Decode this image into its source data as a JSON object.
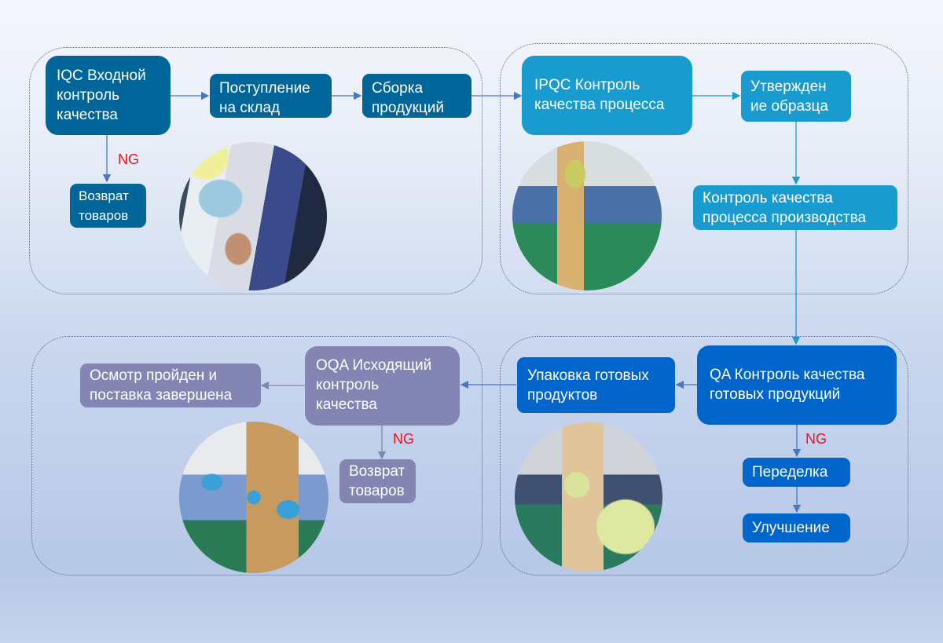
{
  "colors": {
    "iqc": "#006699",
    "ipqc": "#1a9bcf",
    "qa": "#0066cc",
    "oqa": "#8386b3",
    "ng_label": "#e8141e"
  },
  "stage_iqc": {
    "main": "IQC Входной\nконтроль\nкачества",
    "warehouse": "Поступление\nна склад",
    "assembly": "Сборка\nпродукций",
    "ng_label": "NG",
    "return": "Возврат\nтоваров",
    "photo": "inspector-checking-part-photo"
  },
  "stage_ipqc": {
    "main": "IPQC Контроль\nкачества процесса",
    "sample_approval": "Утвержден\nие образца",
    "production_control": "Контроль качества\nпроцесса производства",
    "photo": "production-line-inspection-photo"
  },
  "stage_qa": {
    "main": "QA Контроль качества\nготовых продукций",
    "packing": "Упаковка готовых\nпродуктов",
    "ng_label": "NG",
    "rework": "Переделка",
    "improvement": "Улучшение",
    "photo": "assembly-line-workers-photo"
  },
  "stage_oqa": {
    "main": "OQA Исходящий\nконтроль\nкачества",
    "passed": "Осмотр пройден и\nпоставка завершена",
    "ng_label": "NG",
    "return": "Возврат\nтоваров",
    "photo": "packing-workers-photo"
  }
}
